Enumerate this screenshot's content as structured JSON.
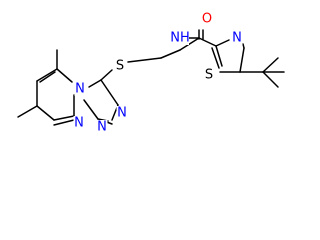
{
  "molecule": {
    "atom_colors": {
      "O": "#ff0000",
      "N": "#0000ff",
      "S": "#000000",
      "NH": "#0000ff"
    },
    "atoms": [
      {
        "label": "O",
        "element": "O"
      },
      {
        "label": "N",
        "element": "N",
        "suffix": "H"
      },
      {
        "label": "S",
        "element": "S"
      },
      {
        "label": "S",
        "element": "S"
      },
      {
        "label": "N",
        "element": "N"
      },
      {
        "label": "N",
        "element": "N"
      },
      {
        "label": "N",
        "element": "N"
      },
      {
        "label": "N",
        "element": "N"
      },
      {
        "label": "N",
        "element": "N"
      }
    ]
  }
}
